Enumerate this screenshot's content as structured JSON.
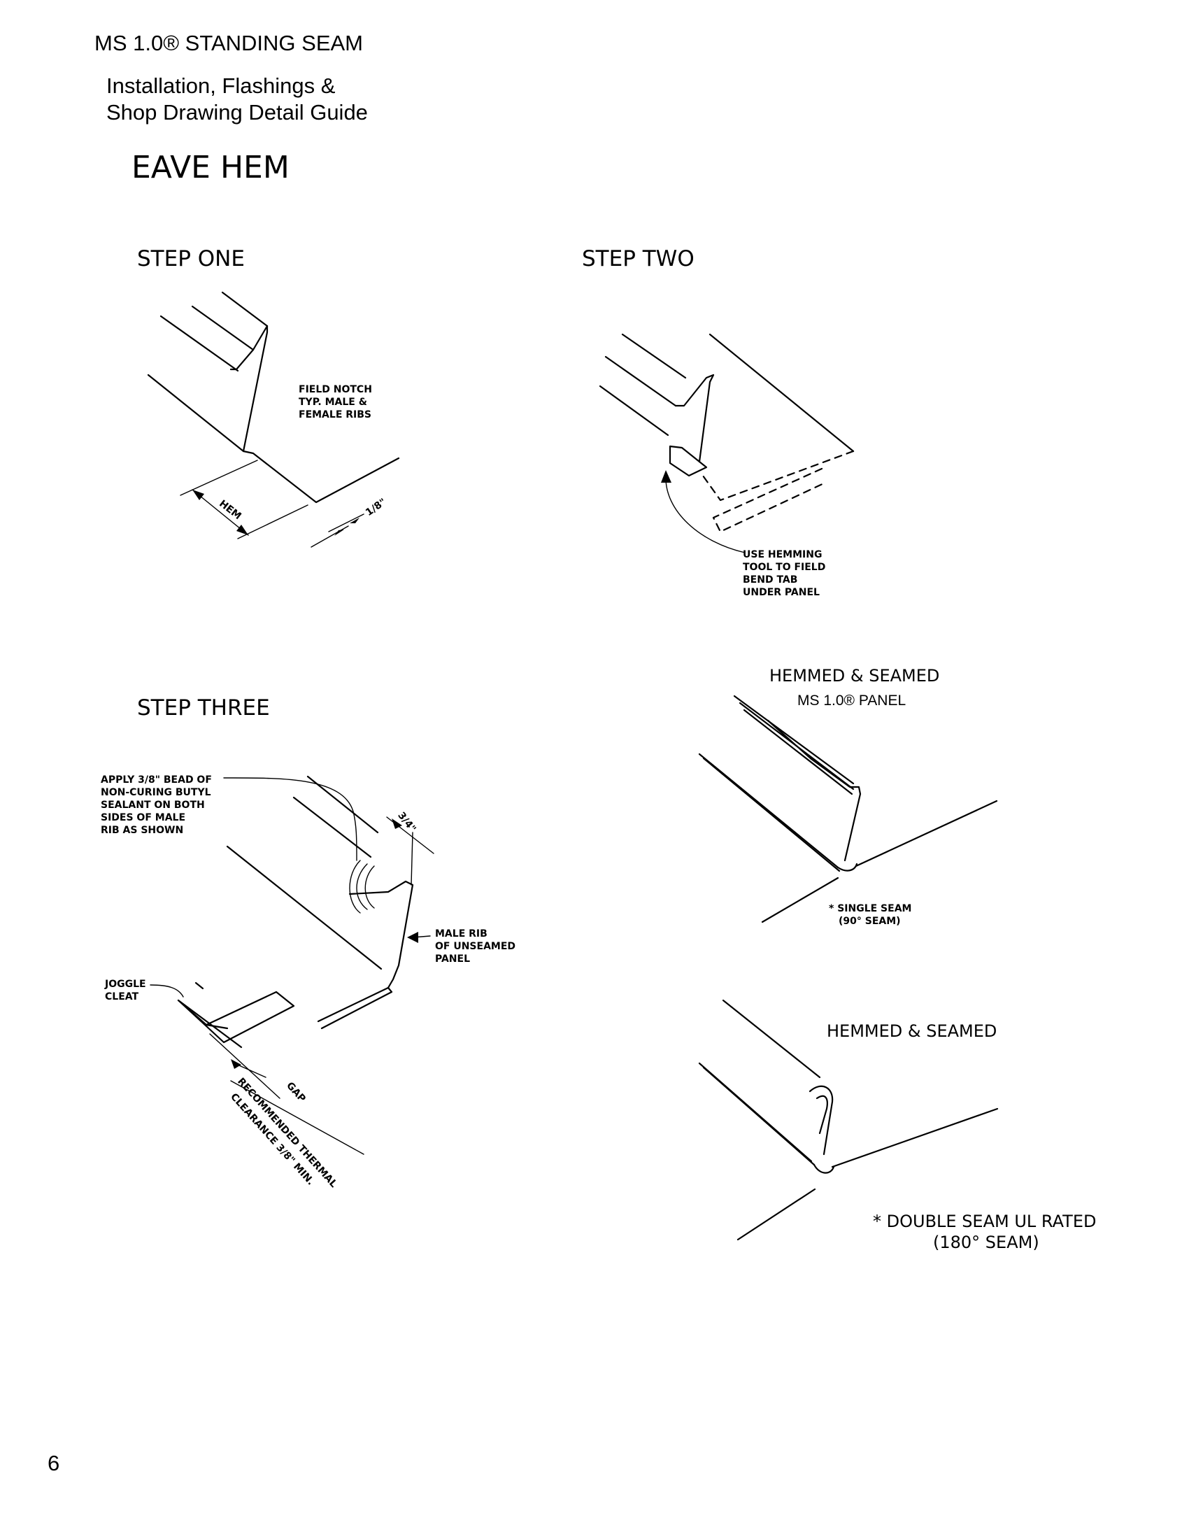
{
  "header": {
    "title": "MS 1.0® STANDING SEAM",
    "subtitle_line1": "Installation, Flashings &",
    "subtitle_line2": "Shop Drawing Detail Guide"
  },
  "page_heading": "EAVE HEM",
  "steps": {
    "one": {
      "label": "STEP ONE",
      "note_lines": [
        "FIELD NOTCH",
        "TYP. MALE &",
        "FEMALE RIBS"
      ],
      "dim_hem": "HEM",
      "dim_eighth": "1/8\""
    },
    "two": {
      "label": "STEP TWO",
      "note_lines": [
        "USE HEMMING",
        "TOOL TO FIELD",
        "BEND TAB",
        "UNDER PANEL"
      ]
    },
    "three": {
      "label": "STEP THREE",
      "sealant_lines": [
        "APPLY 3/8\" BEAD OF",
        "NON-CURING BUTYL",
        "SEALANT ON BOTH",
        "SIDES OF MALE",
        "RIB AS SHOWN"
      ],
      "dim_three_quarter": "3/4\"",
      "male_rib_lines": [
        "MALE RIB",
        "OF UNSEAMED",
        "PANEL"
      ],
      "joggle_lines": [
        "JOGGLE",
        "CLEAT"
      ],
      "gap_label": "GAP",
      "thermal_line1": "RECOMMENDED THERMAL",
      "thermal_line2": "CLEARANCE 3/8\" MIN."
    }
  },
  "single_seam": {
    "title": "HEMMED & SEAMED",
    "panel": "MS 1.0® PANEL",
    "note_line1": "* SINGLE SEAM",
    "note_line2": "(90° SEAM)"
  },
  "double_seam": {
    "title": "HEMMED & SEAMED",
    "note_line1": "* DOUBLE SEAM UL RATED",
    "note_line2": "(180° SEAM)"
  },
  "page_number": "6"
}
